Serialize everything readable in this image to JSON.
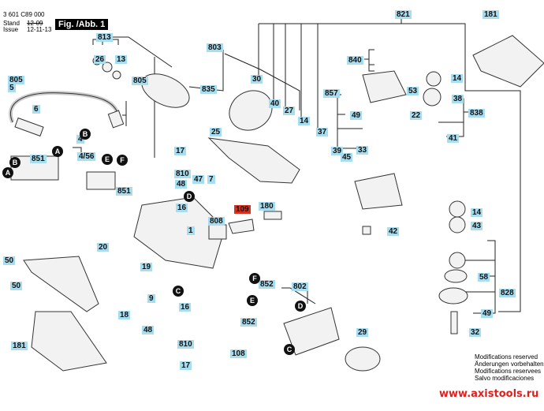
{
  "header": {
    "part_number": "3 601 C89 000",
    "stand_label": "Stand",
    "issue_label": "Issue",
    "stand_date_struck": "12-09",
    "issue_date": "12-11-13",
    "figure_label": "Fig. /Abb. 1"
  },
  "part_labels": [
    {
      "id": "813",
      "highlight": false
    },
    {
      "id": "26",
      "highlight": false
    },
    {
      "id": "13",
      "highlight": false
    },
    {
      "id": "803",
      "highlight": false
    },
    {
      "id": "835",
      "highlight": false
    },
    {
      "id": "805",
      "highlight": false
    },
    {
      "id": "5",
      "highlight": false
    },
    {
      "id": "805",
      "highlight": false
    },
    {
      "id": "6",
      "highlight": false
    },
    {
      "id": "4",
      "highlight": false
    },
    {
      "id": "4/56",
      "highlight": false
    },
    {
      "id": "851",
      "highlight": false
    },
    {
      "id": "851",
      "highlight": false
    },
    {
      "id": "17",
      "highlight": false
    },
    {
      "id": "810",
      "highlight": false
    },
    {
      "id": "48",
      "highlight": false
    },
    {
      "id": "16",
      "highlight": false
    },
    {
      "id": "47",
      "highlight": false
    },
    {
      "id": "7",
      "highlight": false
    },
    {
      "id": "25",
      "highlight": false
    },
    {
      "id": "30",
      "highlight": false
    },
    {
      "id": "40",
      "highlight": false
    },
    {
      "id": "27",
      "highlight": false
    },
    {
      "id": "14",
      "highlight": false
    },
    {
      "id": "37",
      "highlight": false
    },
    {
      "id": "39",
      "highlight": false
    },
    {
      "id": "45",
      "highlight": false
    },
    {
      "id": "821",
      "highlight": false
    },
    {
      "id": "840",
      "highlight": false
    },
    {
      "id": "857",
      "highlight": false
    },
    {
      "id": "49",
      "highlight": false
    },
    {
      "id": "33",
      "highlight": false
    },
    {
      "id": "53",
      "highlight": false
    },
    {
      "id": "22",
      "highlight": false
    },
    {
      "id": "14",
      "highlight": false
    },
    {
      "id": "38",
      "highlight": false
    },
    {
      "id": "838",
      "highlight": false
    },
    {
      "id": "41",
      "highlight": false
    },
    {
      "id": "181",
      "highlight": false
    },
    {
      "id": "1",
      "highlight": false
    },
    {
      "id": "808",
      "highlight": false
    },
    {
      "id": "109",
      "highlight": true
    },
    {
      "id": "180",
      "highlight": false
    },
    {
      "id": "42",
      "highlight": false
    },
    {
      "id": "14",
      "highlight": false
    },
    {
      "id": "43",
      "highlight": false
    },
    {
      "id": "58",
      "highlight": false
    },
    {
      "id": "828",
      "highlight": false
    },
    {
      "id": "49",
      "highlight": false
    },
    {
      "id": "32",
      "highlight": false
    },
    {
      "id": "20",
      "highlight": false
    },
    {
      "id": "50",
      "highlight": false
    },
    {
      "id": "50",
      "highlight": false
    },
    {
      "id": "19",
      "highlight": false
    },
    {
      "id": "9",
      "highlight": false
    },
    {
      "id": "18",
      "highlight": false
    },
    {
      "id": "16",
      "highlight": false
    },
    {
      "id": "48",
      "highlight": false
    },
    {
      "id": "810",
      "highlight": false
    },
    {
      "id": "17",
      "highlight": false
    },
    {
      "id": "181",
      "highlight": false
    },
    {
      "id": "852",
      "highlight": false
    },
    {
      "id": "802",
      "highlight": false
    },
    {
      "id": "852",
      "highlight": false
    },
    {
      "id": "108",
      "highlight": false
    },
    {
      "id": "29",
      "highlight": false
    }
  ],
  "connector_refs": [
    "A",
    "B",
    "A",
    "B",
    "E",
    "F",
    "D",
    "C",
    "F",
    "E",
    "D",
    "C"
  ],
  "notes": {
    "lines": [
      "Modifications reserved",
      "Änderungen vorbehalten",
      "Modifications reservees",
      "Salvo modificaciones"
    ]
  },
  "website": "www.axistools.ru",
  "colors": {
    "label_bg": "#a8dcef",
    "highlight_bg": "#d7311d",
    "url_color": "#e0201c"
  }
}
